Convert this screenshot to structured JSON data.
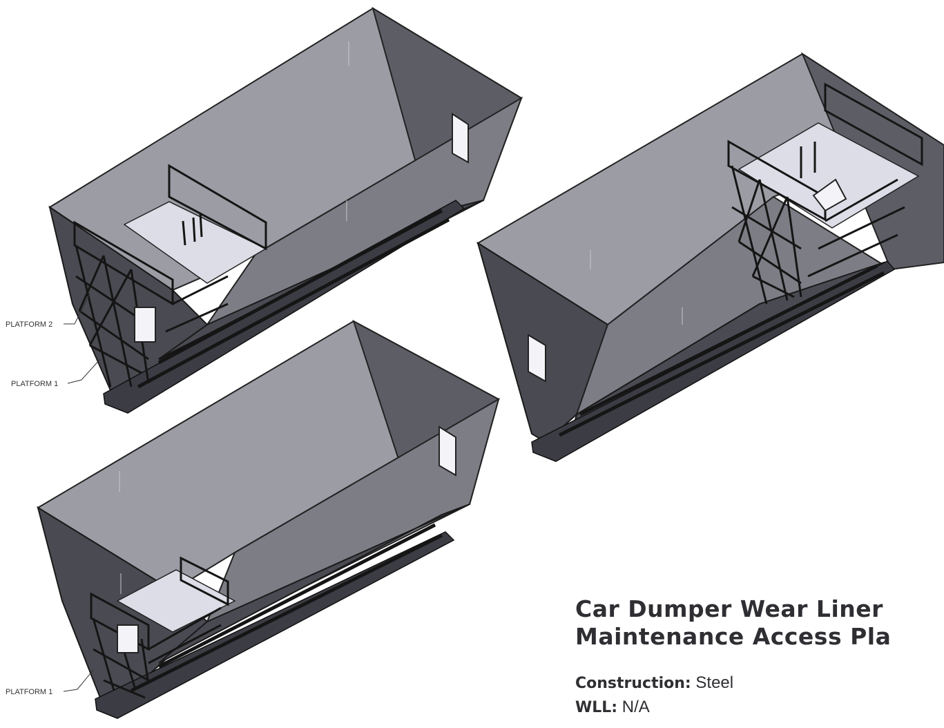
{
  "callouts": {
    "view1_platform2": "PLATFORM 2",
    "view1_platform1": "PLATFORM 1",
    "view2_platform1": "PLATFORM 1"
  },
  "title": {
    "line1": "Car Dumper Wear Liner",
    "line2": "Maintenance Access Pla"
  },
  "specs": {
    "construction_label": "Construction:",
    "construction_value": "Steel",
    "wll_label": "WLL:",
    "wll_value": "N/A"
  },
  "colors": {
    "hopper_top": "#9c9ca5",
    "hopper_side": "#7d7d86",
    "hopper_end": "#5d5d66",
    "deck": "#dcdde6",
    "text": "#2f2f33"
  }
}
